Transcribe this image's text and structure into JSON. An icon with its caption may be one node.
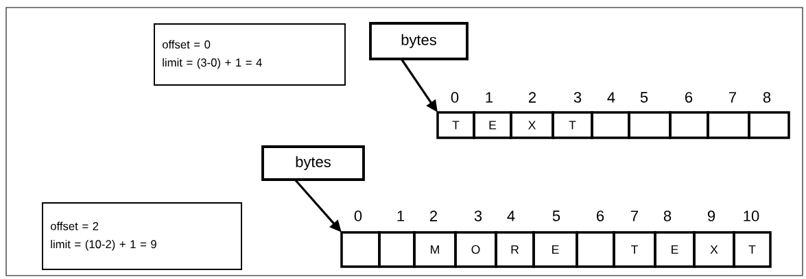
{
  "diagram": {
    "nodes": [
      {
        "text": [
          "offset = 0",
          "limit = (3-0) + 1 = 4"
        ]
      },
      {
        "text": [
          "bytes"
        ]
      },
      {
        "text": [
          "T"
        ],
        "beside": [
          "0"
        ]
      },
      {
        "text": [
          "E"
        ],
        "beside": [
          "1"
        ]
      },
      {
        "text": [
          "X"
        ],
        "beside": [
          "2"
        ]
      },
      {
        "text": [
          "T"
        ],
        "beside": [
          "3"
        ]
      },
      {
        "text": [],
        "shape": "box",
        "beside": [
          "4"
        ]
      },
      {
        "text": [],
        "shape": "box",
        "beside": [
          "5"
        ]
      },
      {
        "text": [],
        "shape": "box",
        "beside": [
          "6"
        ]
      },
      {
        "text": [],
        "shape": "box",
        "beside": [
          "7"
        ]
      },
      {
        "text": [],
        "shape": "box",
        "beside": [
          "8"
        ]
      },
      {
        "text": [
          "offset = 2",
          "limit = (10-2) + 1 = 9"
        ]
      },
      {
        "text": [
          "bytes"
        ]
      },
      {
        "text": [],
        "shape": "box",
        "beside": [
          "0"
        ]
      },
      {
        "text": [],
        "shape": "box",
        "beside": [
          "1"
        ]
      },
      {
        "text": [
          "M"
        ],
        "beside": [
          "2"
        ]
      },
      {
        "text": [
          "O"
        ],
        "beside": [
          "3"
        ]
      },
      {
        "text": [
          "R"
        ],
        "beside": [
          "4"
        ]
      },
      {
        "text": [
          "E"
        ],
        "beside": [
          "5"
        ]
      },
      {
        "text": [],
        "shape": "box",
        "beside": [
          "6"
        ]
      },
      {
        "text": [
          "T"
        ],
        "beside": [
          "7"
        ]
      },
      {
        "text": [
          "E"
        ],
        "beside": [
          "8"
        ]
      },
      {
        "text": [
          "X"
        ],
        "beside": [
          "9"
        ]
      },
      {
        "text": [
          "T"
        ],
        "beside": [
          "10"
        ]
      }
    ],
    "edges": [
      {
        "from": 1,
        "to": 2,
        "arrow": "to"
      },
      {
        "from": 12,
        "to": 13,
        "arrow": "to"
      }
    ]
  }
}
